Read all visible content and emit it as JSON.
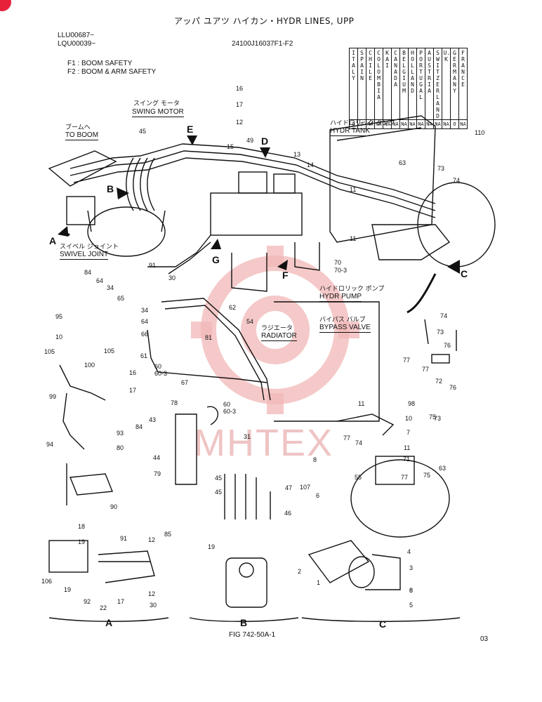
{
  "header": {
    "title": "アッパ ユアツ ハイカン・HYDR LINES, UPP",
    "serial_1": "LLU00687~",
    "serial_2": "LQU00039~",
    "part_code": "24100J16037F1-F2",
    "f1": "F1 : BOOM SAFETY",
    "f2": "F2 : BOOM & ARM SAFETY"
  },
  "countries": {
    "names": [
      "ITALY",
      "SPAIN",
      "CHILE",
      "COLOMBIA",
      "KAI",
      "CANADA",
      "BELGIUM",
      "HOLLAND",
      "PORTUGAL",
      "AUSTRIA",
      "SWITZER LAND",
      "U.K",
      "GERMANY",
      "FRANCE"
    ],
    "values": [
      "O",
      "O",
      "NA",
      "NA",
      "NA",
      "NA",
      "NA",
      "NA",
      "NA",
      "NA",
      "NA",
      "NA",
      "O",
      "NA"
    ]
  },
  "labels": {
    "swing_motor_jp": "スイング モータ",
    "swing_motor": "SWING MOTOR",
    "to_boom_jp": "ブームヘ",
    "to_boom": "TO BOOM",
    "swivel_joint_jp": "スイベル ジョイント",
    "swivel_joint": "SWIVEL JOINT",
    "hydr_tank_jp": "ハイドロリック タンク",
    "hydr_tank": "HYDR TANK",
    "hydr_pump_jp": "ハイドロリック ポンプ",
    "hydr_pump": "HYDR PUMP",
    "radiator_jp": "ラジエータ",
    "radiator": "RADIATOR",
    "bypass_valve_jp": "バイパス バルブ",
    "bypass_valve": "BYPASS VALVE"
  },
  "views": {
    "A": "A",
    "B": "B",
    "C": "C",
    "D": "D",
    "E": "E",
    "F": "F",
    "G": "G"
  },
  "sections": [
    "A",
    "B",
    "C"
  ],
  "callouts": [
    "16",
    "17",
    "12",
    "45",
    "15",
    "49",
    "13",
    "14",
    "110",
    "63",
    "73",
    "74",
    "11",
    "11",
    "70",
    "70-3",
    "91",
    "30",
    "84",
    "64",
    "34",
    "65",
    "34",
    "64",
    "66",
    "95",
    "10",
    "105",
    "105",
    "100",
    "16",
    "17",
    "99",
    "93",
    "80",
    "94",
    "90",
    "18",
    "19",
    "106",
    "19",
    "92",
    "22",
    "17",
    "12",
    "30",
    "91",
    "12",
    "85",
    "62",
    "54",
    "81",
    "61",
    "60",
    "60-3",
    "67",
    "60",
    "60-3",
    "78",
    "43",
    "84",
    "44",
    "79",
    "31",
    "45",
    "45",
    "47",
    "46",
    "19",
    "74",
    "73",
    "76",
    "77",
    "77",
    "72",
    "76",
    "11",
    "98",
    "10",
    "7",
    "75",
    "77",
    "74",
    "8",
    "11",
    "71",
    "77",
    "75",
    "63",
    "107",
    "55",
    "6",
    "8",
    "2",
    "1",
    "4",
    "3",
    "6",
    "5",
    "73"
  ],
  "footer": {
    "fig": "FIG 742-50A-1",
    "page": "03"
  },
  "watermark": "MHTEX",
  "colors": {
    "ink": "#111111",
    "badge": "#e8213a",
    "watermark": "#f2b7b7"
  }
}
